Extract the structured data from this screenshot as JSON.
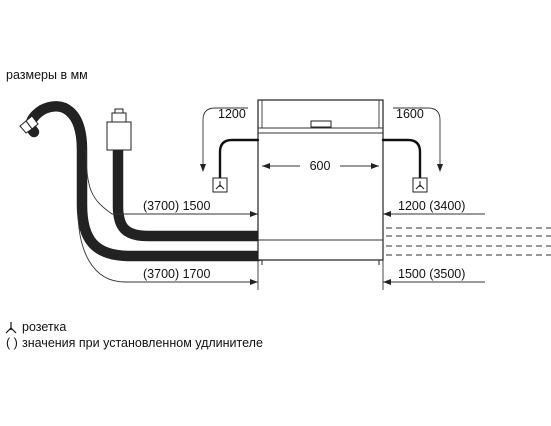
{
  "title": "размеры в мм",
  "dimensions": {
    "top_left": "1200",
    "top_right": "1600",
    "width": "600",
    "left_upper": "(3700) 1500",
    "left_lower": "(3700) 1700",
    "right_upper": "1200 (3400)",
    "right_lower": "1500 (3500)"
  },
  "legend": {
    "socket_label": "розетка",
    "socket_icon": "socket-icon",
    "brackets_symbol": "( )",
    "brackets_label": "значения при установленном удлинителе"
  }
}
